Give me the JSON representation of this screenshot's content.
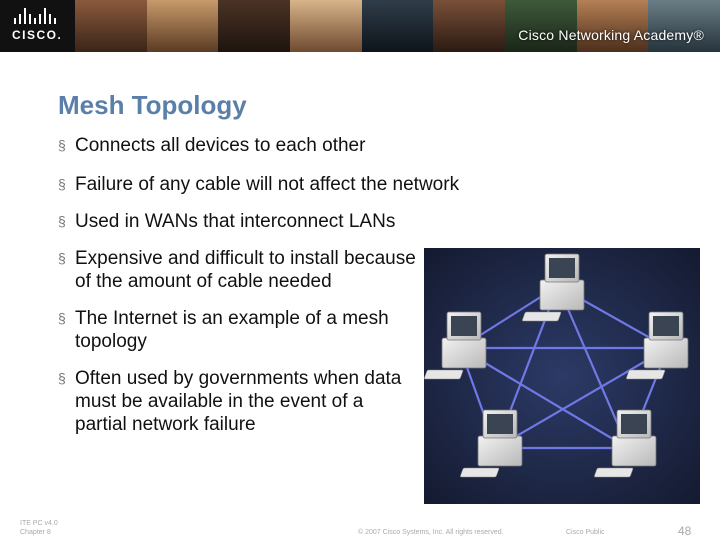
{
  "header": {
    "logo_text": "CISCO.",
    "academy_text": "Cisco Networking Academy®"
  },
  "slide": {
    "title": "Mesh Topology",
    "bullet_marker": "§",
    "bullets": [
      "Connects all devices to each other",
      "Failure of any cable will not affect the network",
      "Used in WANs that interconnect LANs",
      "Expensive and difficult to install because of the amount of cable needed",
      "The Internet is an example of a mesh topology",
      "Often used by governments when data must be available in the event of a partial network failure"
    ]
  },
  "footer": {
    "course": "ITE PC v4.0",
    "chapter": "Chapter 8",
    "copyright": "© 2007 Cisco Systems, Inc. All rights reserved.",
    "classification": "Cisco Public",
    "page_number": "48"
  },
  "colors": {
    "title": "#5a7fa8",
    "mesh_background": "#1e2746",
    "mesh_link": "#6f79e6"
  },
  "icons": {
    "logo": "cisco-bridge-logo",
    "computer": "desktop-computer-icon"
  }
}
